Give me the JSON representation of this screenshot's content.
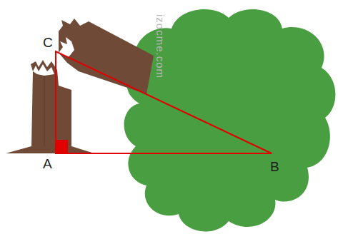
{
  "diagram": {
    "labels": [
      "C",
      "A",
      "B",
      "izocme.com"
    ]
  }
}
